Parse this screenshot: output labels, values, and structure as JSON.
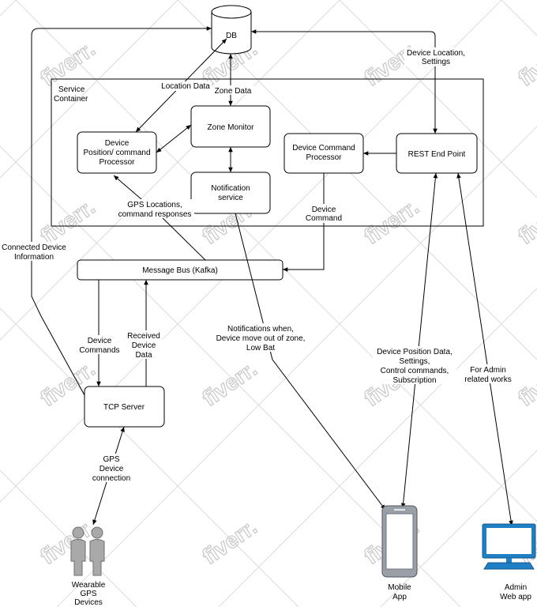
{
  "watermark": "fiverr.",
  "nodes": {
    "db": "DB",
    "service_container": [
      "Service",
      "Container"
    ],
    "device_position_processor": [
      "Device",
      "Position/ command",
      "Processor"
    ],
    "zone_monitor": "Zone Monitor",
    "notification_service": [
      "Notification",
      "service"
    ],
    "device_command_processor": [
      "Device Command",
      "Processor"
    ],
    "rest_endpoint": "REST End Point",
    "message_bus": "Message Bus (Kafka)",
    "tcp_server": "TCP Server",
    "wearable_devices": [
      "Wearable",
      "GPS",
      "Devices"
    ],
    "mobile_app": [
      "Mobile",
      "App"
    ],
    "admin_web_app": [
      "Admin",
      "Web app"
    ]
  },
  "edge_labels": {
    "location_data": "Location Data",
    "zone_data": "Zone Data",
    "device_location_settings": [
      "Device Location,",
      "Settings"
    ],
    "gps_locations": [
      "GPS Locations,",
      "command responses"
    ],
    "device_command": [
      "Device",
      "Command"
    ],
    "connected_device_info": [
      "Connected Device",
      "Information"
    ],
    "device_commands": [
      "Device",
      "Commands"
    ],
    "received_device_data": [
      "Received",
      "Device",
      "Data"
    ],
    "notifications": [
      "Notifications when,",
      "Device move out of zone,",
      "Low Bat"
    ],
    "device_position_data": [
      "Device Position Data,",
      "Settings,",
      "Control commands,",
      "Subscription"
    ],
    "for_admin": [
      "For Admin",
      "related works"
    ],
    "gps_device_connection": [
      "GPS",
      "Device",
      "connection"
    ]
  }
}
